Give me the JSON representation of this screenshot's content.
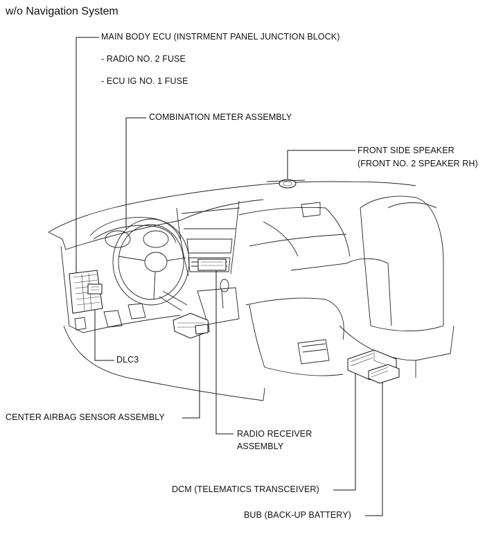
{
  "title": "w/o Navigation System",
  "labels": {
    "main_body_ecu": "MAIN BODY ECU (INSTRMENT PANEL JUNCTION BLOCK)",
    "radio_fuse": "- RADIO NO. 2 FUSE",
    "ecu_ig_fuse": "- ECU IG NO. 1 FUSE",
    "combination_meter": "COMBINATION METER ASSEMBLY",
    "front_speaker_1": "FRONT SIDE SPEAKER",
    "front_speaker_2": "(FRONT NO. 2 SPEAKER RH)",
    "dlc3": "DLC3",
    "airbag_sensor": "CENTER AIRBAG SENSOR ASSEMBLY",
    "radio_receiver_1": "RADIO RECEIVER",
    "radio_receiver_2": "ASSEMBLY",
    "dcm": "DCM (TELEMATICS TRANSCEIVER)",
    "bub": "BUB (BACK-UP BATTERY)"
  }
}
